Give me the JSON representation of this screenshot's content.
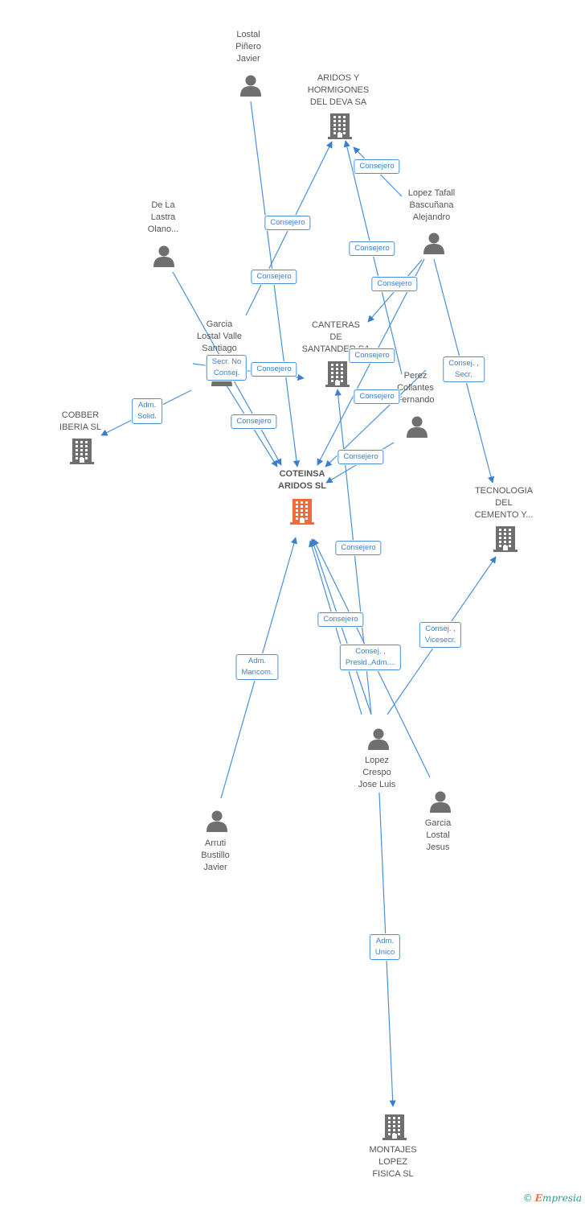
{
  "colors": {
    "edge": "#4a90d9",
    "building": "#6f6f6f",
    "main_building": "#f06a3a",
    "person": "#6f6f6f"
  },
  "nodes": {
    "coteinsa": {
      "label": "COTEINSA\nARIDOS SL",
      "icon": "building-icon"
    },
    "aridos_deva": {
      "label": "ARIDOS Y\nHORMIGONES\nDEL DEVA SA",
      "icon": "building-icon"
    },
    "canteras": {
      "label": "CANTERAS\nDE\nSANTANDER SA",
      "icon": "building-icon"
    },
    "cobber": {
      "label": "COBBER\nIBERIA SL",
      "icon": "building-icon"
    },
    "tecnologia": {
      "label": "TECNOLOGIA\nDEL\nCEMENTO Y...",
      "icon": "building-icon"
    },
    "montajes": {
      "label": "MONTAJES\nLOPEZ\nFISICA SL",
      "icon": "building-icon"
    },
    "lostal_pinero": {
      "label": "Lostal\nPiñero\nJavier",
      "icon": "person-icon"
    },
    "de_la_lastra": {
      "label": "De La\nLastra\nOlano...",
      "icon": "person-icon"
    },
    "garcia_lostal_valle": {
      "label": "Garcia\nLostal Valle\nSantiago",
      "icon": "person-icon"
    },
    "lopez_tafall": {
      "label": "Lopez Tafall\nBascuñana\nAlejandro",
      "icon": "person-icon"
    },
    "perez_collantes": {
      "label": "Perez\nCollantes\nFernando",
      "icon": "person-icon"
    },
    "lopez_crespo": {
      "label": "Lopez\nCrespo\nJose Luis",
      "icon": "person-icon"
    },
    "garcia_lostal_jesus": {
      "label": "Garcia\nLostal\nJesus",
      "icon": "person-icon"
    },
    "arruti": {
      "label": "Arruti\nBustillo\nJavier",
      "icon": "person-icon"
    }
  },
  "relations": [
    {
      "label": "Consejero"
    },
    {
      "label": "Consejero"
    },
    {
      "label": "Consejero"
    },
    {
      "label": "Consejero"
    },
    {
      "label": "Consejero"
    },
    {
      "label": "Consejero"
    },
    {
      "label": "Secr. No\nConsej."
    },
    {
      "label": "Consejero"
    },
    {
      "label": "Consejero"
    },
    {
      "label": "Adm.\nSolid."
    },
    {
      "label": "Consejero"
    },
    {
      "label": "Consejero"
    },
    {
      "label": "Consej. ,\nSecr."
    },
    {
      "label": "Consejero"
    },
    {
      "label": "Adm.\nMancom."
    },
    {
      "label": "Consejero"
    },
    {
      "label": "Consej. ,\nPresid.,Adm...."
    },
    {
      "label": "Consej. ,\nVicesecr."
    },
    {
      "label": "Adm.\nUnico"
    }
  ],
  "brand": {
    "copyright": "©",
    "name_first": "E",
    "name_rest": "mpresia"
  }
}
